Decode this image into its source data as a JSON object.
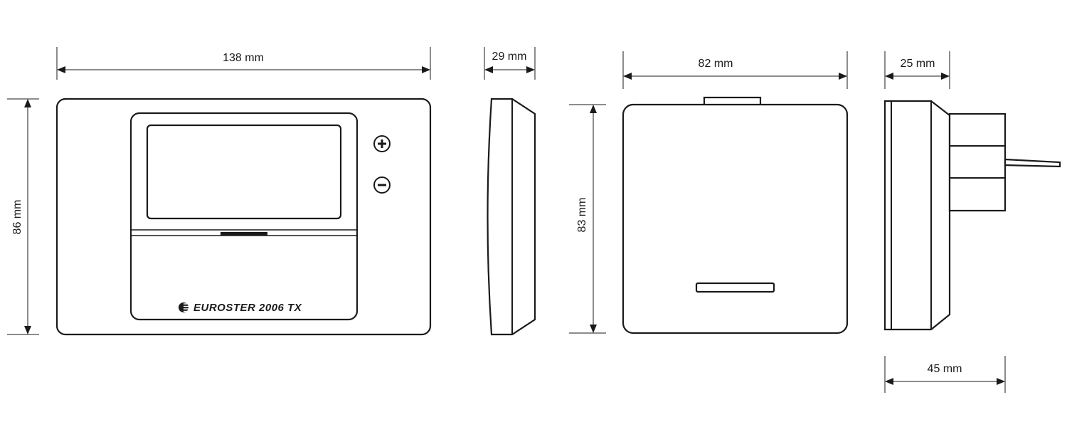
{
  "dimensions": {
    "thermostat_width": "138 mm",
    "thermostat_height": "86 mm",
    "thermostat_depth": "29 mm",
    "receiver_width": "82 mm",
    "receiver_height": "83 mm",
    "receiver_depth": "25 mm",
    "receiver_total_depth": "45 mm"
  },
  "thermostat": {
    "brand_label": "EUROSTER 2006 TX",
    "plus_symbol": "+",
    "minus_symbol": "−"
  },
  "colors": {
    "line": "#1a1a1a",
    "background": "#ffffff"
  }
}
